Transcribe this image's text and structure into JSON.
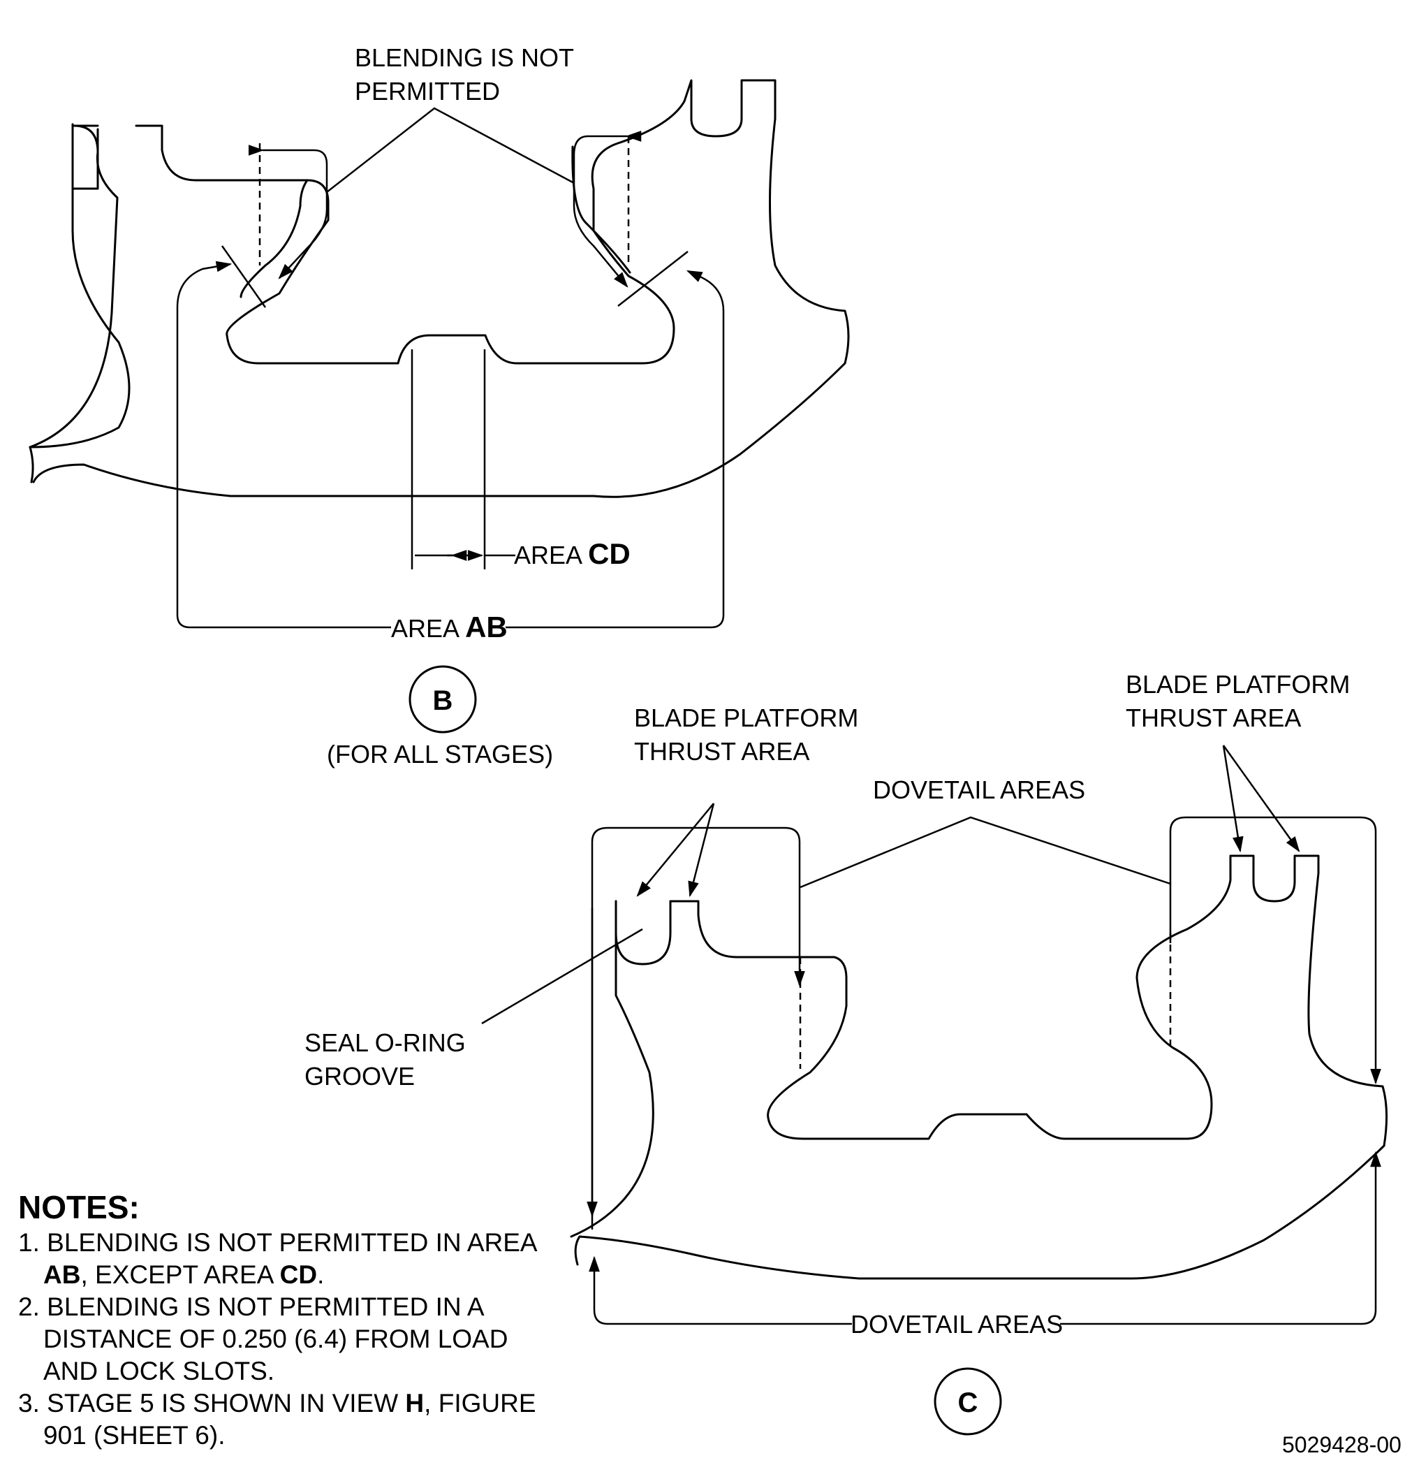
{
  "view_b": {
    "label_blending": [
      "BLENDING IS NOT",
      "PERMITTED"
    ],
    "area_cd": {
      "prefix": "AREA ",
      "code": "CD"
    },
    "area_ab": {
      "prefix": "AREA ",
      "code": "AB"
    },
    "view_letter": "B",
    "caption": "(FOR ALL STAGES)"
  },
  "view_c": {
    "platform_left": [
      "BLADE PLATFORM",
      "THRUST AREA"
    ],
    "platform_right": [
      "BLADE PLATFORM",
      "THRUST AREA"
    ],
    "dovetail_top": "DOVETAIL AREAS",
    "dovetail_bottom": "DOVETAIL AREAS",
    "seal": [
      "SEAL O-RING",
      "GROOVE"
    ],
    "view_letter": "C"
  },
  "notes": {
    "title": "NOTES:",
    "items": [
      {
        "num": "1. ",
        "parts": [
          "BLENDING IS NOT PERMITTED IN AREA ",
          "AB",
          ", EXCEPT AREA ",
          "CD",
          "."
        ]
      },
      {
        "num": "2. ",
        "parts": [
          "BLENDING IS NOT PERMITTED IN A DISTANCE OF 0.250 (6.4) FROM LOAD AND LOCK SLOTS."
        ]
      },
      {
        "num": "3. ",
        "parts": [
          "STAGE 5 IS SHOWN IN VIEW ",
          "H",
          ", FIGURE 901 (SHEET 6)."
        ]
      }
    ]
  },
  "figure_number": "5029428-00"
}
